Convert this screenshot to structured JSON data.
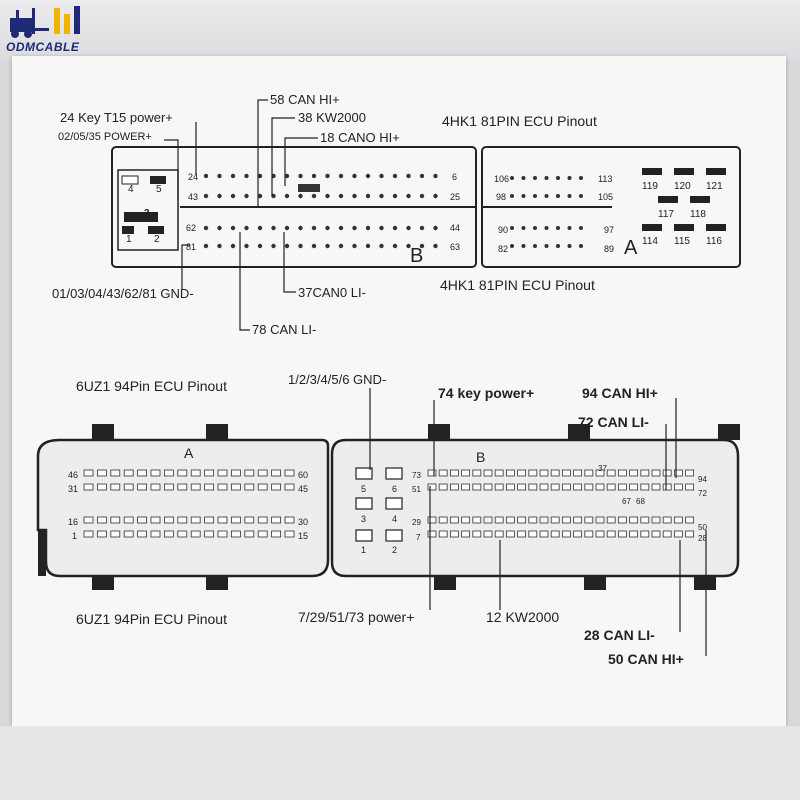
{
  "brand": {
    "logo_text": "ODMCABLE"
  },
  "top_diagram": {
    "title_right": "4HK1 81PIN ECU Pinout",
    "title_bottom": "4HK1 81PIN ECU Pinout",
    "connector_b_letter": "B",
    "connector_a_letter": "A",
    "relay_pins": [
      "4",
      "5",
      "3",
      "1",
      "2"
    ],
    "b_pin_numbers": [
      "24",
      "6",
      "43",
      "25",
      "62",
      "44",
      "81",
      "63"
    ],
    "a_pin_numbers": [
      "106",
      "113",
      "98",
      "105",
      "90",
      "97",
      "82",
      "89"
    ],
    "a_small_pin_numbers": [
      "119",
      "120",
      "121",
      "117",
      "118",
      "114",
      "115",
      "116"
    ],
    "labels": {
      "can_hi_58": "58 CAN HI+",
      "kw2000_38": "38 KW2000",
      "cano_hi_18": "18 CANO HI+",
      "key_24": "24 Key T15 power+",
      "power_02": "02/05/35 POWER+",
      "gnd": "01/03/04/43/62/81 GND-",
      "can0_li_37": "37CAN0 LI-",
      "can_li_78": "78 CAN LI-"
    }
  },
  "bottom_diagram": {
    "title_top": "6UZ1 94Pin ECU Pinout",
    "title_bottom": "6UZ1 94Pin ECU Pinout",
    "connector_a_letter": "A",
    "connector_b_letter": "B",
    "a_pin_numbers": [
      "46",
      "60",
      "31",
      "45",
      "16",
      "30",
      "1",
      "15"
    ],
    "b_small_pins": [
      "5",
      "6",
      "3",
      "4",
      "1",
      "2"
    ],
    "b_pin_numbers": [
      "73",
      "94",
      "51",
      "72",
      "29",
      "50",
      "7",
      "28",
      "37",
      "67",
      "68"
    ],
    "labels": {
      "gnd": "1/2/3/4/5/6 GND-",
      "key_power_74": "74 key power+",
      "can_hi_94": "94 CAN HI+",
      "can_li_72": "72 CAN LI-",
      "power": "7/29/51/73 power+",
      "kw2000_12": "12 KW2000",
      "can_li_28": "28 CAN LI-",
      "can_hi_50": "50 CAN HI+"
    }
  }
}
